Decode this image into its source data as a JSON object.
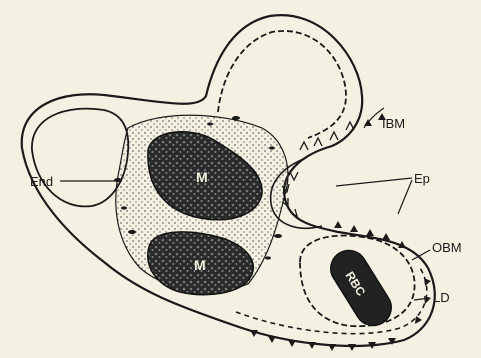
{
  "labels": {
    "end": "End",
    "ibm": "IBM",
    "ep": "Ep",
    "obm": "OBM",
    "ld": "LD",
    "m_upper": "M",
    "m_lower": "M",
    "rbc": "RBC"
  },
  "colors": {
    "paper": "#f5f1e2",
    "ink": "#1a1a1a"
  }
}
